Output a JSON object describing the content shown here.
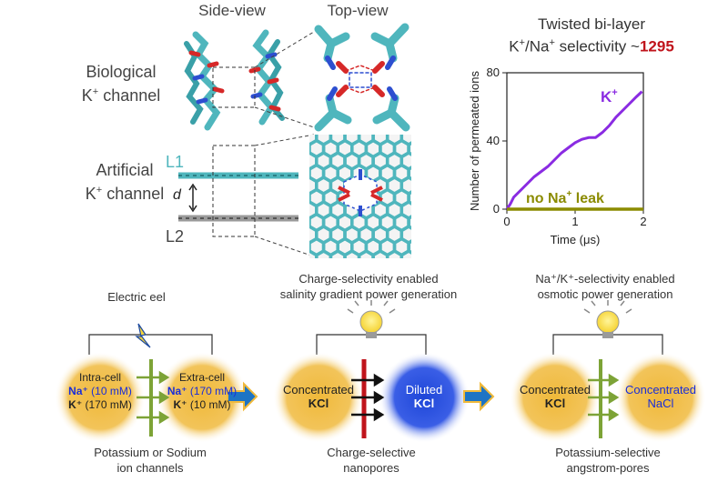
{
  "top": {
    "side_view": "Side-view",
    "top_view": "Top-view",
    "bio_line1": "Biological",
    "bio_line2_pre": "K",
    "bio_line2_sup": "+",
    "bio_line2_post": " channel",
    "art_line1": "Artificial",
    "art_line2_pre": "K",
    "art_line2_sup": "+",
    "art_line2_post": " channel",
    "l1": "L1",
    "l2": "L2",
    "d": "d"
  },
  "chart_title": {
    "line1": "Twisted bi-layer",
    "line2_pre": "K",
    "sup1": "+",
    "mid": "/Na",
    "sup2": "+",
    "line2_post": " selectivity ~",
    "value": "1295",
    "value_color": "#c0141c"
  },
  "chart_data": {
    "type": "line",
    "xlabel": "Time (μs)",
    "ylabel": "Number of permeated ions",
    "xlim": [
      0,
      2
    ],
    "ylim": [
      0,
      80
    ],
    "xticks": [
      "0",
      "1",
      "2"
    ],
    "yticks": [
      "0",
      "40",
      "80"
    ],
    "series": [
      {
        "name": "K+",
        "label_main": "K",
        "label_sup": "+",
        "color": "#8a2be2",
        "x": [
          0,
          0.05,
          0.1,
          0.2,
          0.3,
          0.4,
          0.5,
          0.6,
          0.7,
          0.8,
          0.9,
          1.0,
          1.1,
          1.2,
          1.3,
          1.4,
          1.5,
          1.6,
          1.7,
          1.8,
          1.9,
          1.98
        ],
        "y": [
          0,
          3,
          7,
          11,
          15,
          19,
          22,
          25,
          29,
          33,
          36,
          39,
          41,
          42,
          42,
          45,
          49,
          54,
          58,
          62,
          66,
          69
        ]
      },
      {
        "name": "no Na+ leak",
        "label_pre": "no Na",
        "label_sup": "+",
        "label_post": " leak",
        "color": "#8b8b00",
        "x": [
          0,
          2
        ],
        "y": [
          0,
          0
        ]
      }
    ]
  },
  "bottom": {
    "col1_title": "Electric eel",
    "col2_title_l1": "Charge-selectivity enabled",
    "col2_title_l2": "salinity gradient power generation",
    "col3_title_l1": "Na⁺/K⁺-selectivity enabled",
    "col3_title_l2": "osmotic power generation",
    "intra": "Intra-cell",
    "intra_na_label": "Na⁺",
    "intra_na_val": " (10 mM)",
    "intra_k_label": "K⁺",
    "intra_k_val": " (170 mM)",
    "extra": "Extra-cell",
    "extra_na_label": "Na⁺",
    "extra_na_val": " (170 mM)",
    "extra_k_label": "K⁺",
    "extra_k_val": " (10 mM)",
    "conc1": "Concentrated",
    "kcl1": "KCl",
    "diluted": "Diluted",
    "kcl2": "KCl",
    "conc2": "Concentrated",
    "kcl3": "KCl",
    "conc3": "Concentrated",
    "nacl": "NaCl",
    "cap1_l1": "Potassium or Sodium",
    "cap1_l2": "ion channels",
    "cap2_l1": "Charge-selective",
    "cap2_l2": "nanopores",
    "cap3_l1": "Potassium-selective",
    "cap3_l2": "angstrom-pores"
  },
  "colors": {
    "teal": "#4fb6bd",
    "gold": "#f0b93a",
    "blue": "#1e46d8",
    "green": "#7da336",
    "red": "#c0141c",
    "arrow_blue": "#1d74c4",
    "purple": "#8a2be2",
    "olive": "#8b8b00"
  }
}
